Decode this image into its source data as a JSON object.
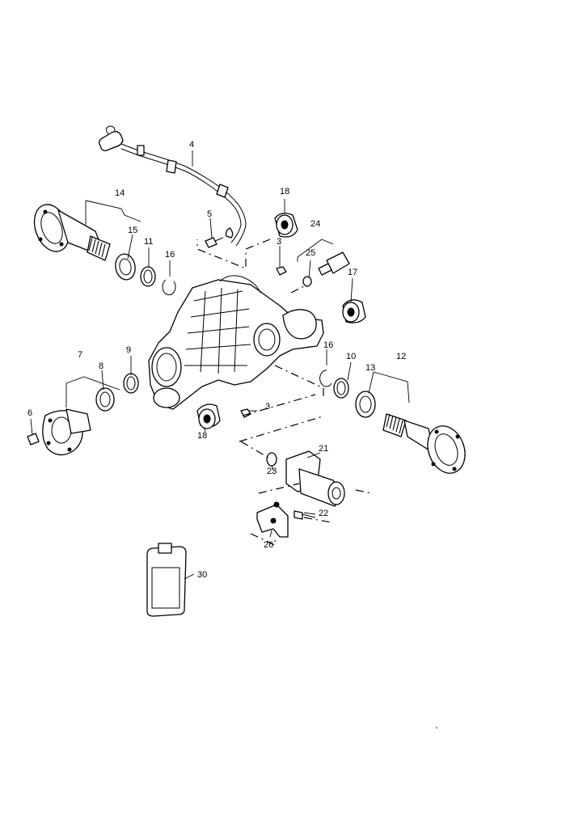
{
  "callouts": {
    "c4": "4",
    "c14": "14",
    "c18a": "18",
    "c5": "5",
    "c24": "24",
    "c3a": "3",
    "c15": "15",
    "c11": "11",
    "c16a": "16",
    "c25": "25",
    "c17": "17",
    "c7": "7",
    "c8": "8",
    "c9": "9",
    "c16b": "16",
    "c10": "10",
    "c12": "12",
    "c13": "13",
    "c6": "6",
    "c3b": "3",
    "c18b": "18",
    "c21": "21",
    "c23": "23",
    "c22": "22",
    "c26": "26",
    "c30": "30"
  }
}
